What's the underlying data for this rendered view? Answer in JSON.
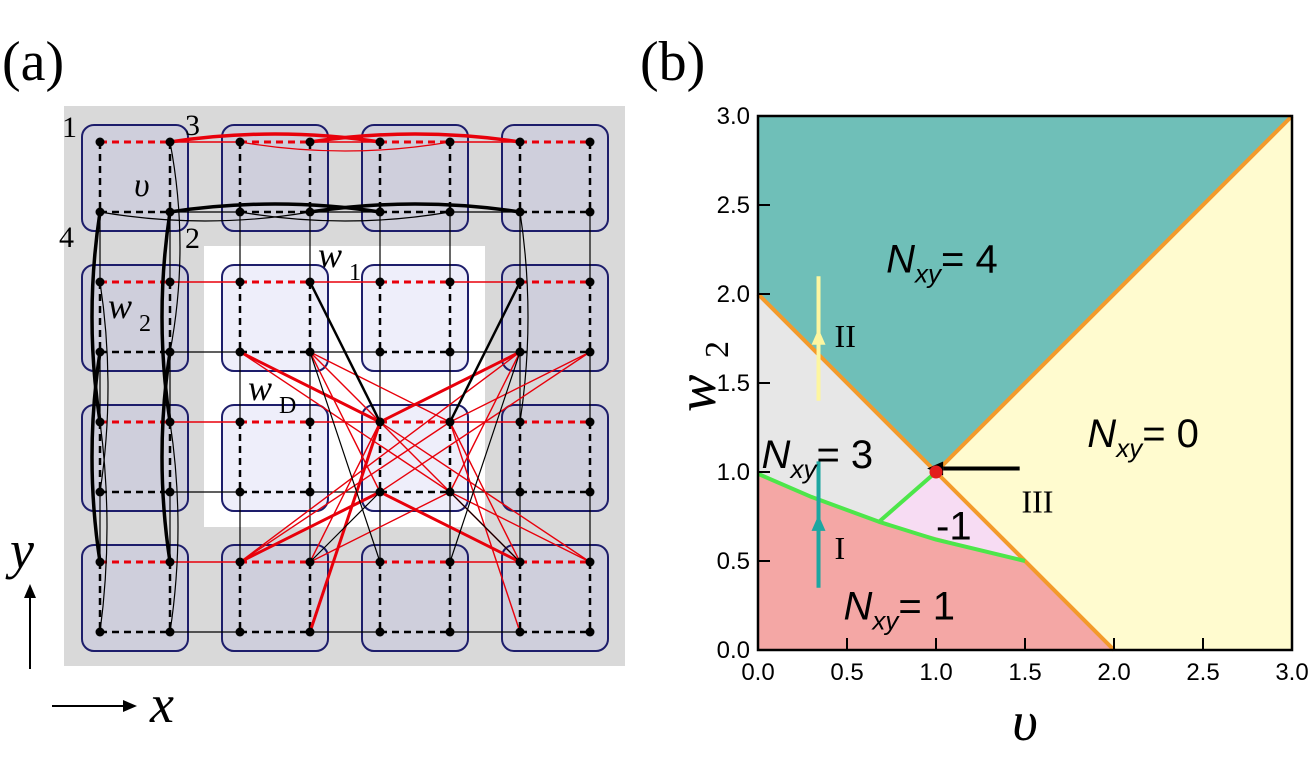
{
  "panel_a": {
    "label": "(a)",
    "site_labels": [
      "1",
      "3",
      "2",
      "4"
    ],
    "hopping_labels": {
      "v": "υ",
      "w1": "w",
      "w1_sub": "1",
      "w2": "w",
      "w2_sub": "2",
      "wD": "w",
      "wD_sub": "D"
    },
    "axis_labels": {
      "x": "x",
      "y": "y"
    },
    "colors": {
      "background": "#d9d9d9",
      "hole": "#ffffff",
      "cell_outer": "#cfcfdc",
      "cell_inner": "#eeeefa",
      "cell_border": "#1d1d6b",
      "red": "#e8000b",
      "black": "#000000"
    }
  },
  "panel_b": {
    "label": "(b)",
    "chart_data": {
      "type": "area",
      "xlabel": "υ",
      "ylabel": "w",
      "ylabel_sub": "2",
      "xlim": [
        0,
        3
      ],
      "ylim": [
        0,
        3
      ],
      "xticks": [
        "0.0",
        "0.5",
        "1.0",
        "1.5",
        "2.0",
        "2.5",
        "3.0"
      ],
      "yticks": [
        "0.0",
        "0.5",
        "1.0",
        "1.5",
        "2.0",
        "2.5",
        "3.0"
      ],
      "regions": [
        {
          "name": "Nxy=4",
          "color": "#6fbfb8",
          "polygon": [
            [
              0,
              2
            ],
            [
              0,
              3
            ],
            [
              3,
              3
            ],
            [
              1,
              1
            ]
          ]
        },
        {
          "name": "Nxy=0",
          "color": "#fffbcf",
          "polygon": [
            [
              1,
              1
            ],
            [
              3,
              3
            ],
            [
              3,
              0
            ],
            [
              2,
              0
            ]
          ]
        },
        {
          "name": "Nxy=3",
          "color": "#e7e7e7",
          "polygon": [
            [
              0,
              2
            ],
            [
              1,
              1
            ],
            [
              0.68,
              0.72
            ],
            [
              0,
              0.99
            ]
          ]
        },
        {
          "name": "-1",
          "color": "#f7dcf3",
          "polygon": [
            [
              1,
              1
            ],
            [
              1.5,
              0.5
            ],
            [
              0.68,
              0.72
            ]
          ]
        },
        {
          "name": "Nxy=1",
          "color": "#f4a7a5",
          "polygon": [
            [
              0,
              0
            ],
            [
              0,
              0.99
            ],
            [
              0.68,
              0.72
            ],
            [
              1.5,
              0.5
            ],
            [
              2,
              0
            ]
          ]
        }
      ],
      "boundaries": [
        {
          "color": "#f39a2b",
          "points": [
            [
              0,
              2
            ],
            [
              1,
              1
            ],
            [
              3,
              3
            ]
          ]
        },
        {
          "color": "#f39a2b",
          "points": [
            [
              1,
              1
            ],
            [
              2,
              0
            ]
          ]
        },
        {
          "color": "#4de64a",
          "points": [
            [
              0,
              0.99
            ],
            [
              0.3,
              0.86
            ],
            [
              0.68,
              0.72
            ],
            [
              1.0,
              0.62
            ],
            [
              1.5,
              0.5
            ]
          ]
        },
        {
          "color": "#4de64a",
          "points": [
            [
              0.68,
              0.72
            ],
            [
              1,
              1
            ]
          ]
        }
      ],
      "critical_point": {
        "x": 1.0,
        "y": 1.0,
        "color": "#e21d1d"
      },
      "paths": [
        {
          "label": "I",
          "color": "#1ca6a1",
          "from": [
            0.34,
            0.35
          ],
          "to": [
            0.34,
            1.06
          ],
          "label_at": [
            0.43,
            0.58
          ]
        },
        {
          "label": "II",
          "color": "#fdf6a0",
          "from": [
            0.34,
            1.4
          ],
          "to": [
            0.34,
            2.1
          ],
          "label_at": [
            0.43,
            1.77
          ]
        },
        {
          "label": "III",
          "color": "#000000",
          "from": [
            1.47,
            1.02
          ],
          "to": [
            1.04,
            1.02
          ],
          "label_at": [
            1.48,
            0.84
          ]
        }
      ],
      "region_labels": [
        {
          "text": "N",
          "sub": "xy",
          "eq": "= 4",
          "at": [
            0.72,
            2.2
          ]
        },
        {
          "text": "N",
          "sub": "xy",
          "eq": "= 0",
          "at": [
            1.85,
            1.22
          ]
        },
        {
          "text": "N",
          "sub": "xy",
          "eq": "= 3",
          "at": [
            0.02,
            1.1
          ]
        },
        {
          "text": "N",
          "sub": "xy",
          "eq": "= 1",
          "at": [
            0.48,
            0.25
          ]
        },
        {
          "text": "-1",
          "sub": "",
          "eq": "",
          "at": [
            1.0,
            0.7
          ]
        }
      ]
    }
  }
}
